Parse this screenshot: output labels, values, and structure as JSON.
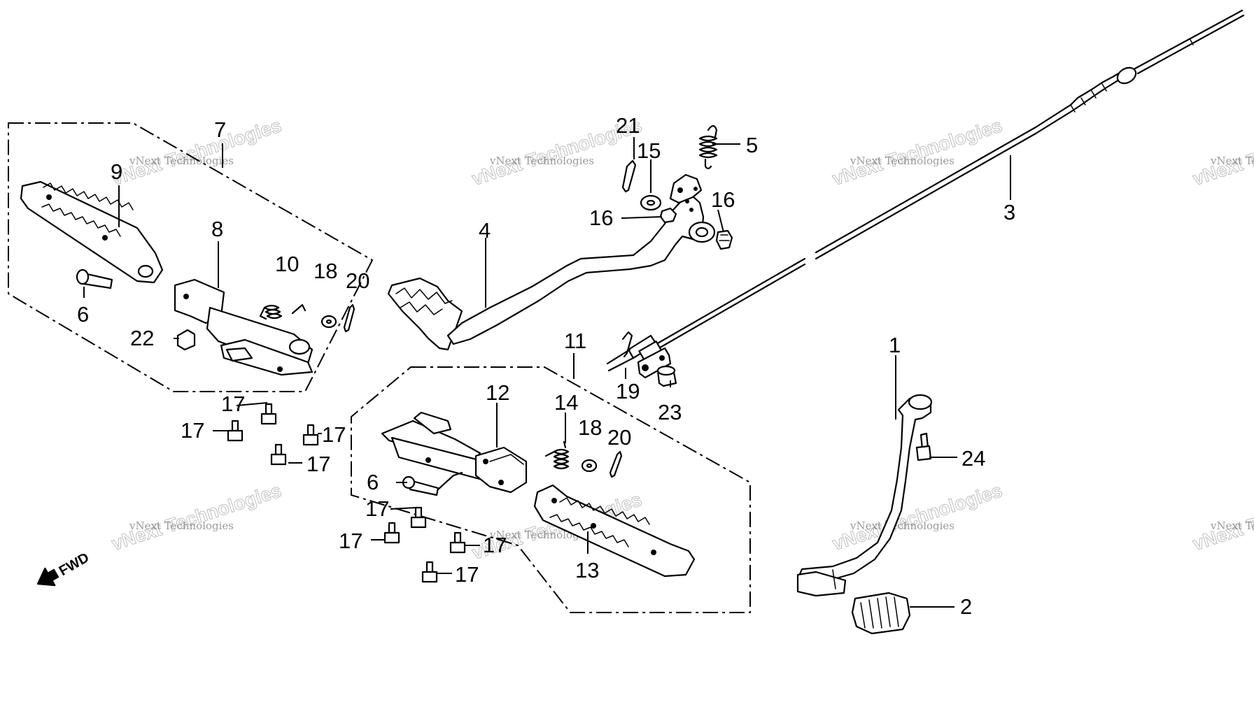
{
  "diagram": {
    "callouts": {
      "c1": "1",
      "c2": "2",
      "c3": "3",
      "c4": "4",
      "c5": "5",
      "c6a": "6",
      "c6b": "6",
      "c7": "7",
      "c8": "8",
      "c9": "9",
      "c10": "10",
      "c11": "11",
      "c12": "12",
      "c13": "13",
      "c14": "14",
      "c15": "15",
      "c16a": "16",
      "c16b": "16",
      "c17a": "17",
      "c17b": "17",
      "c17c": "17",
      "c17d": "17",
      "c17e": "17",
      "c17f": "17",
      "c17g": "17",
      "c17h": "17",
      "c18a": "18",
      "c18b": "18",
      "c19": "19",
      "c20a": "20",
      "c20b": "20",
      "c21": "21",
      "c22": "22",
      "c23": "23",
      "c24": "24"
    },
    "direction_label": "FWD"
  },
  "watermark": {
    "small": "vNext Technologies",
    "big": "vNext Technologies"
  }
}
